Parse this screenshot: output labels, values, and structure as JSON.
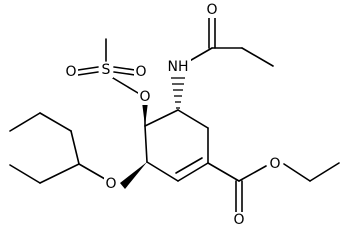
{
  "atoms": {
    "nitrogen": "NH",
    "acetyl_oxygen": "O",
    "sulfur": "S",
    "sulfonyl_oxygen_left": "O",
    "sulfonyl_oxygen_right": "O",
    "mesylate_oxygen": "O",
    "ether_oxygen": "O",
    "carbonyl_oxygen": "O",
    "ester_oxygen": "O"
  },
  "colors": {
    "bond": "#000000",
    "background": "#ffffff"
  }
}
